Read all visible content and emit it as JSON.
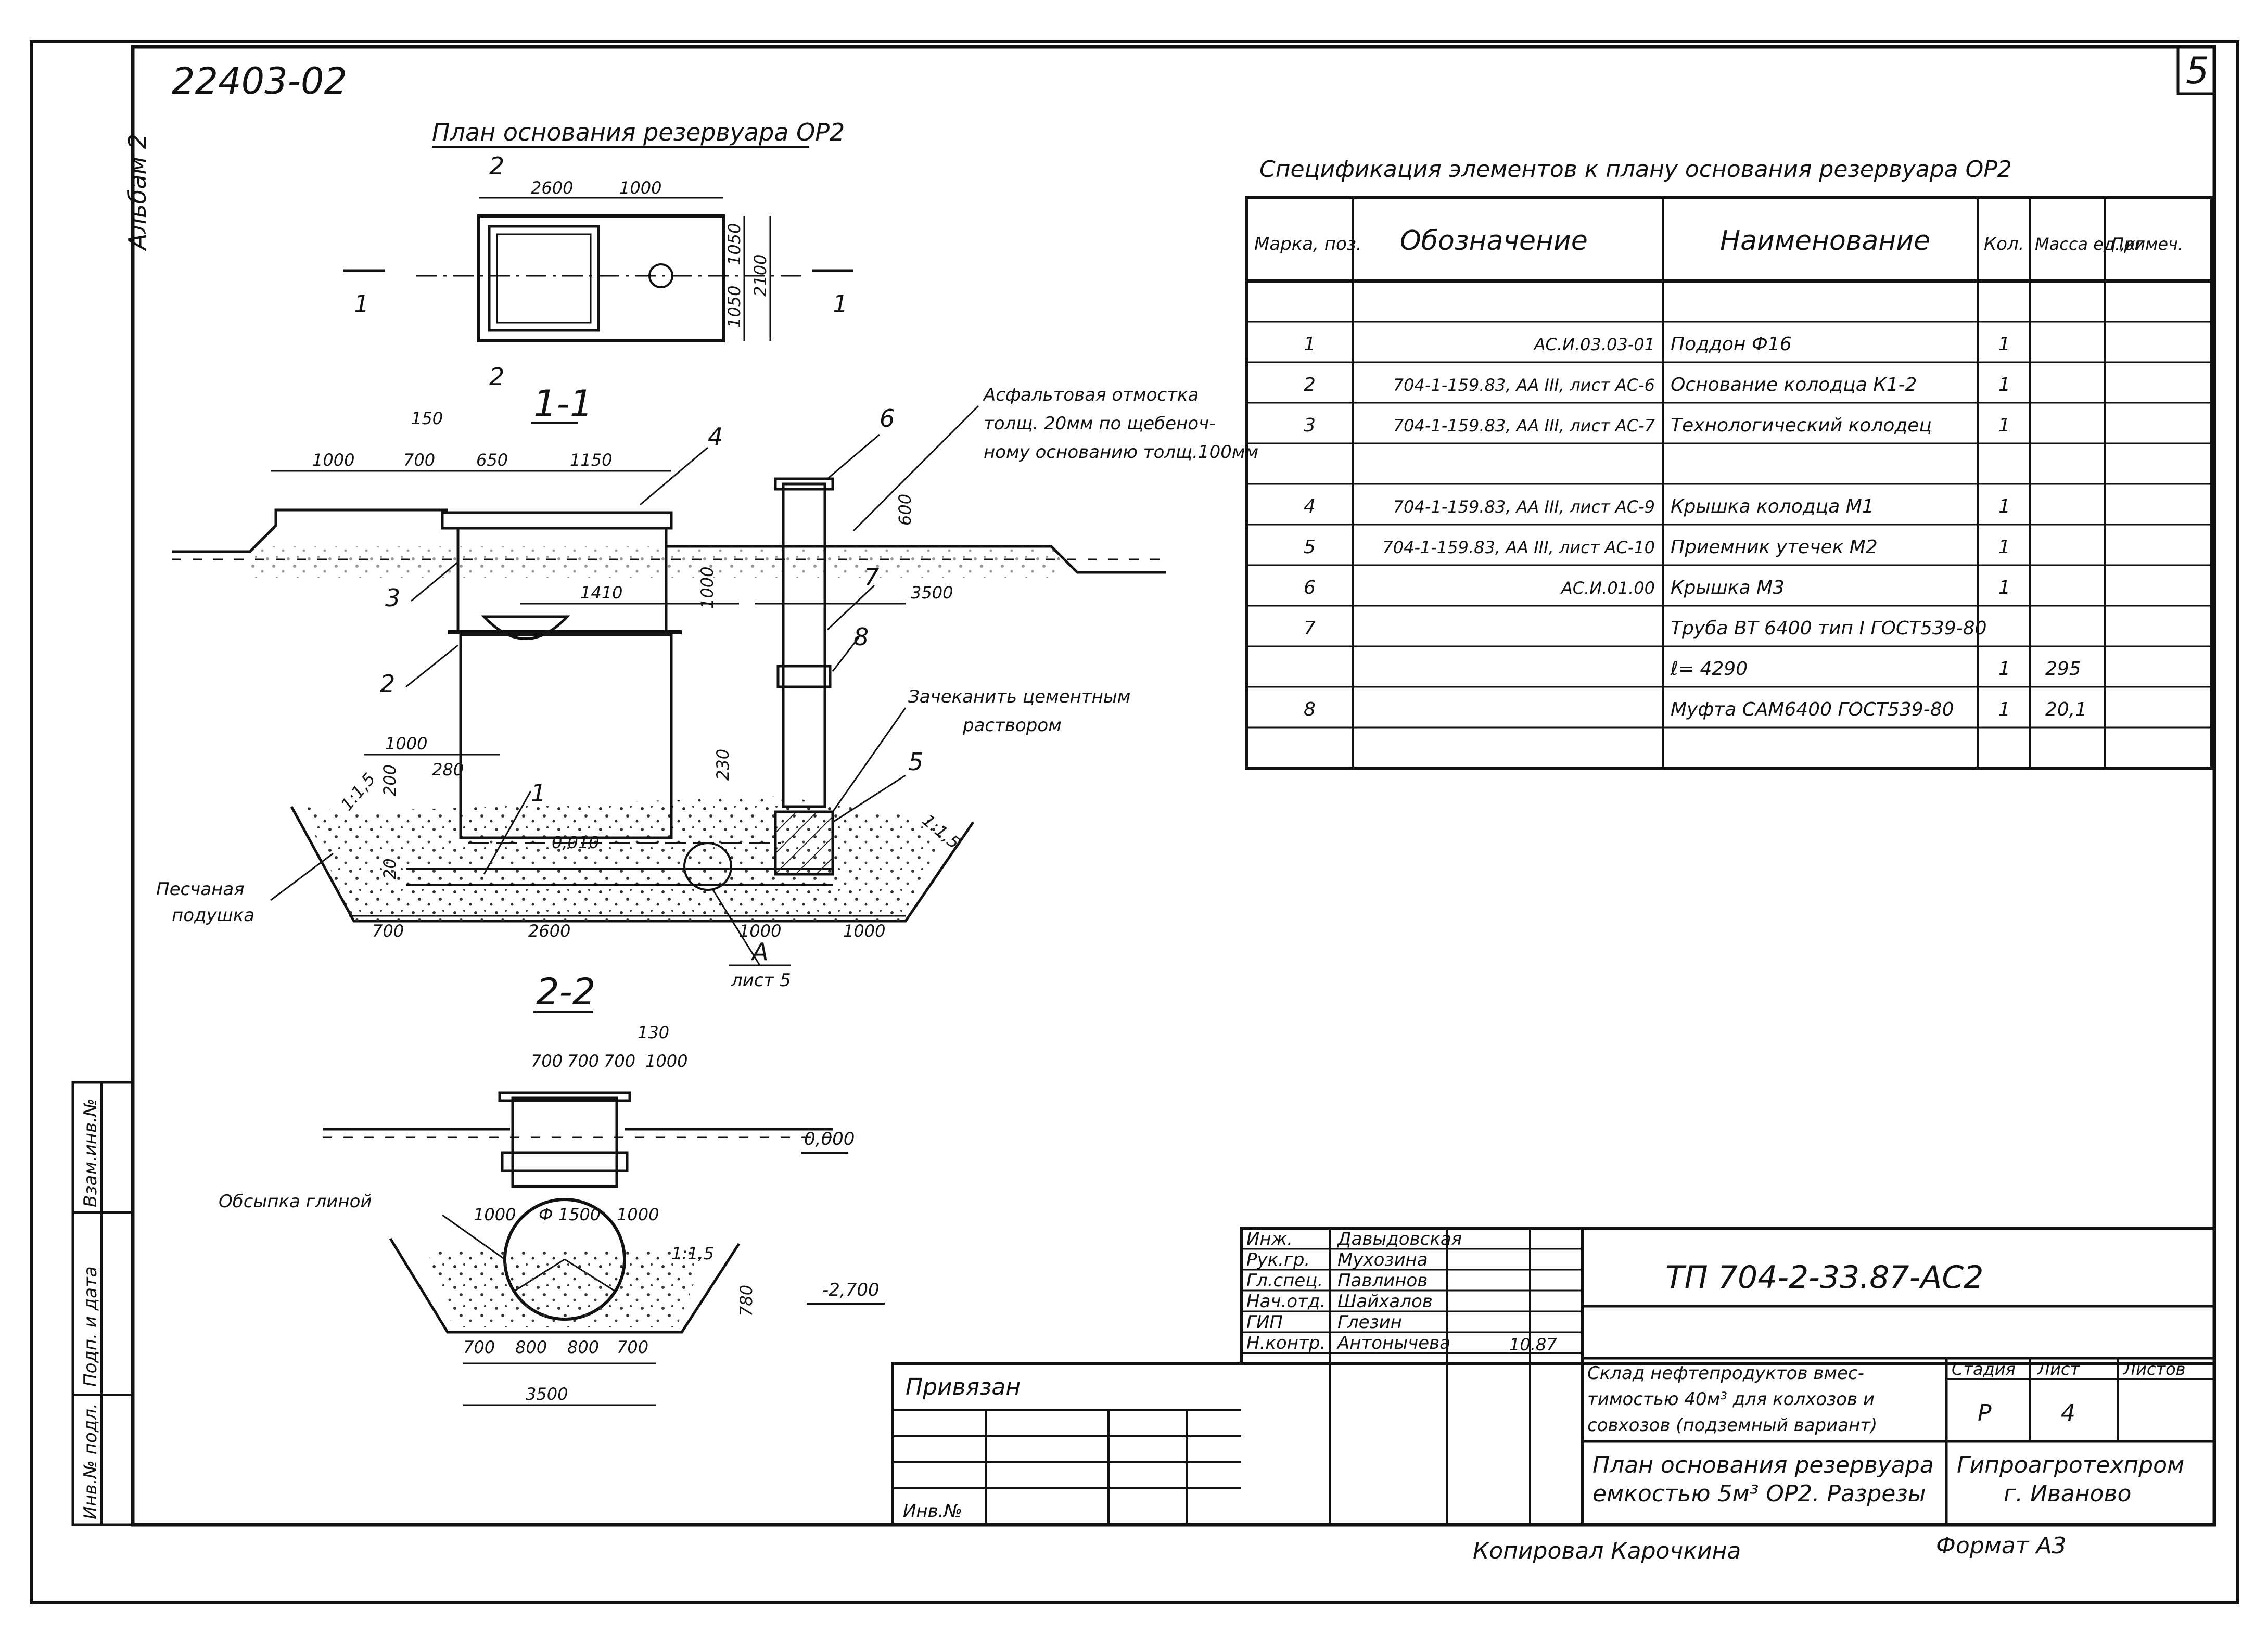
{
  "sheet": {
    "archive_number": "22403-02",
    "sheet_corner_number": "5",
    "album": "Альбам 2",
    "copied_by": "Копировал Карочкина",
    "format": "Формат А3"
  },
  "plan": {
    "title": "План основания резервуара ОР2",
    "dims": {
      "d2600": "2600",
      "d1000": "1000",
      "d1050a": "1050",
      "d1050b": "1050",
      "d2100": "2100"
    },
    "section_marks": {
      "s1_left": "1",
      "s1_right": "1",
      "s2_top": "2",
      "s2_bottom": "2"
    }
  },
  "section11": {
    "title": "1-1",
    "dims": {
      "d150": "150",
      "d1000": "1000",
      "d700": "700",
      "d650": "650",
      "d1150": "1150",
      "d600": "600",
      "d1410": "1410",
      "d1000v": "1000",
      "d3500": "3500",
      "d1000b": "1000",
      "d280": "280",
      "d200": "200",
      "d230": "230",
      "d20": "20",
      "slope": "0,010",
      "d700b": "700",
      "d2600": "2600",
      "d1000c": "1000",
      "d1000d": "1000",
      "slope_left": "1:1,5",
      "slope_right": "1:1,5"
    },
    "callouts": {
      "c1": "1",
      "c2": "2",
      "c3": "3",
      "c4": "4",
      "c5": "5",
      "c6": "6",
      "c7": "7",
      "c8": "8"
    },
    "note_asphalt": [
      "Асфальтовая отмостка",
      "толщ. 20мм по щебеноч-",
      "ному основанию толщ.100мм"
    ],
    "note_cement": [
      "Зачеканить цементным",
      "раствором"
    ],
    "note_sand": [
      "Песчаная",
      "подушка"
    ],
    "detail_ref": {
      "letter": "А",
      "sheet": "лист 5"
    }
  },
  "section22": {
    "title": "2-2",
    "dims": {
      "d130": "130",
      "d700a": "700",
      "d700b": "700",
      "d700c": "700",
      "d1000": "1000",
      "d1000a": "1000",
      "d1000b": "1000",
      "dia": "Ф 1500",
      "d780": "780",
      "b700": "700",
      "b800a": "800",
      "b800b": "800",
      "b700b": "700",
      "d3500": "3500",
      "slope": "1:1,5"
    },
    "level_top": "0,000",
    "level_bottom": "-2,700",
    "note_clay": "Обсыпка глиной"
  },
  "spec": {
    "title": "Спецификация элементов к плану основания резервуара ОР2",
    "headers": [
      "Марка, поз.",
      "Обозначение",
      "Наименование",
      "Кол.",
      "Масса ед.,кг",
      "Примеч."
    ],
    "rows": [
      {
        "pos": "",
        "code": "",
        "name": "",
        "qty": "",
        "mass": "",
        "note": ""
      },
      {
        "pos": "1",
        "code": "АС.И.03.03-01",
        "name": "Поддон          Ф16",
        "qty": "1",
        "mass": "",
        "note": ""
      },
      {
        "pos": "2",
        "code": "704-1-159.83, АА III, лист АС-6",
        "name": "Основание колодца К1-2",
        "qty": "1",
        "mass": "",
        "note": ""
      },
      {
        "pos": "3",
        "code": "704-1-159.83, АА III, лист АС-7",
        "name": "Технологический колодец",
        "qty": "1",
        "mass": "",
        "note": ""
      },
      {
        "pos": "",
        "code": "",
        "name": "",
        "qty": "",
        "mass": "",
        "note": ""
      },
      {
        "pos": "4",
        "code": "704-1-159.83, АА III, лист АС-9",
        "name": "Крышка колодца   М1",
        "qty": "1",
        "mass": "",
        "note": ""
      },
      {
        "pos": "5",
        "code": "704-1-159.83, АА III, лист АС-10",
        "name": "Приемник утечек  М2",
        "qty": "1",
        "mass": "",
        "note": ""
      },
      {
        "pos": "6",
        "code": "АС.И.01.00",
        "name": "Крышка   М3",
        "qty": "1",
        "mass": "",
        "note": ""
      },
      {
        "pos": "7",
        "code": "",
        "name": "Труба ВТ 6400 тип I ГОСТ539-80",
        "qty": "",
        "mass": "",
        "note": ""
      },
      {
        "pos": "",
        "code": "",
        "name": "ℓ= 4290",
        "qty": "1",
        "mass": "295",
        "note": ""
      },
      {
        "pos": "8",
        "code": "",
        "name": "Муфта САМ6400 ГОСТ539-80",
        "qty": "1",
        "mass": "20,1",
        "note": ""
      },
      {
        "pos": "",
        "code": "",
        "name": "",
        "qty": "",
        "mass": "",
        "note": ""
      }
    ]
  },
  "side_stamp": {
    "fields": [
      "Инв.№ подл.",
      "Подп. и дата",
      "Взам.инв.№"
    ]
  },
  "title_block": {
    "project_code": "ТП 704-2-33.87-АС2",
    "people": [
      {
        "role": "Инж.",
        "name": "Давыдовская"
      },
      {
        "role": "Рук.гр.",
        "name": "Мухозина"
      },
      {
        "role": "Гл.спец.",
        "name": "Павлинов"
      },
      {
        "role": "Нач.отд.",
        "name": "Шайхалов"
      },
      {
        "role": "ГИП",
        "name": "Глезин"
      },
      {
        "role": "Н.контр.",
        "name": "Антонычева"
      }
    ],
    "date_mark": "10.87",
    "object_name": [
      "Склад нефтепродуктов вмес-",
      "тимостью 40м³ для колхозов и",
      "совхозов (подземный вариант)"
    ],
    "stage_header": "Стадия",
    "sheet_header": "Лист",
    "sheets_header": "Листов",
    "stage": "Р",
    "sheet": "4",
    "drawing_title": [
      "План основания резервуара",
      "емкостью 5м³ ОР2. Разрезы"
    ],
    "org": [
      "Гипроагротехпром",
      "г. Иваново"
    ],
    "privyazan": "Привязан",
    "inv_no": "Инв.№"
  }
}
